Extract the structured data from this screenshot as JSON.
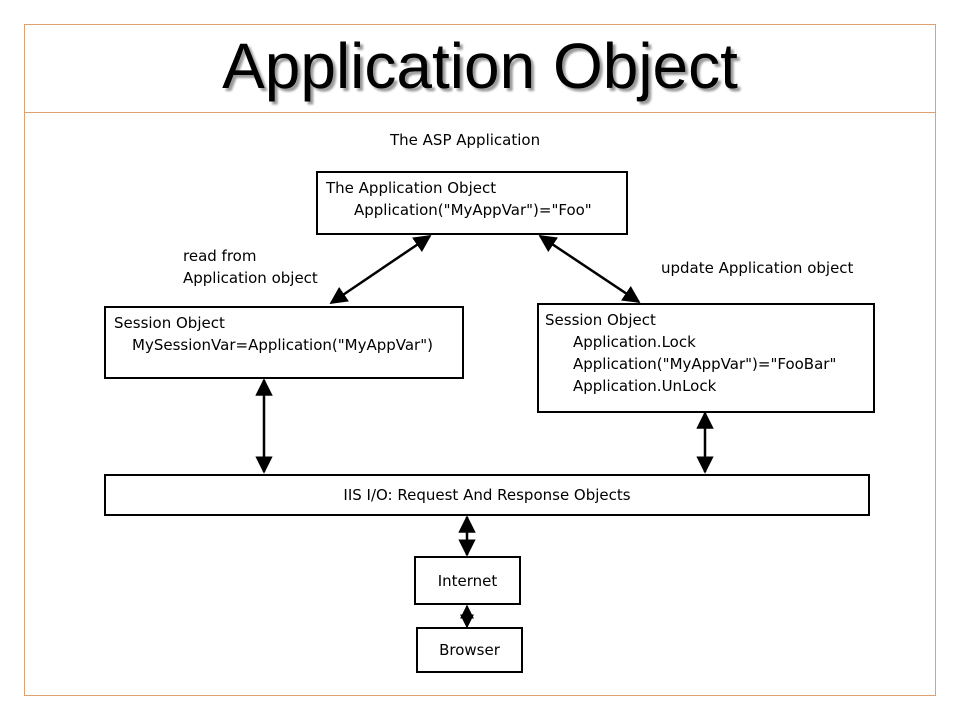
{
  "slide": {
    "title": "Application Object"
  },
  "diagram": {
    "heading": "The ASP Application",
    "application_box": {
      "title": "The Application Object",
      "line1": "Application(\"MyAppVar\")=\"Foo\""
    },
    "read_label": {
      "line1": "read from",
      "line2": "Application object"
    },
    "update_label": "update Application object",
    "session_left": {
      "title": "Session  Object",
      "line1": "MySessionVar=Application(\"MyAppVar\")"
    },
    "session_right": {
      "title": "Session Object",
      "line1": "Application.Lock",
      "line2": "Application(\"MyAppVar\")=\"FooBar\"",
      "line3": "Application.UnLock"
    },
    "iis_box": "IIS I/O: Request And Response Objects",
    "internet_box": "Internet",
    "browser_box": "Browser"
  },
  "colors": {
    "frame": "#e0a070",
    "ink": "#000000"
  }
}
